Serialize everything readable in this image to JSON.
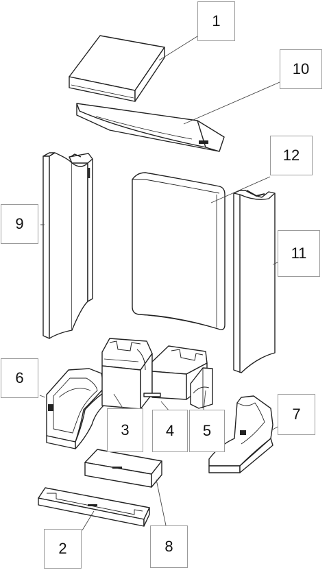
{
  "diagram": {
    "parts": [
      {
        "id": "1",
        "name": "top-slab"
      },
      {
        "id": "2",
        "name": "front-floor-bar"
      },
      {
        "id": "3",
        "name": "left-center-base-block"
      },
      {
        "id": "4",
        "name": "right-center-base-block"
      },
      {
        "id": "5",
        "name": "back-base-shelf"
      },
      {
        "id": "6",
        "name": "left-base-tub"
      },
      {
        "id": "7",
        "name": "right-base-tub"
      },
      {
        "id": "8",
        "name": "front-floor-block"
      },
      {
        "id": "9",
        "name": "left-side-panel"
      },
      {
        "id": "10",
        "name": "baffle-plate"
      },
      {
        "id": "11",
        "name": "right-side-panel"
      },
      {
        "id": "12",
        "name": "back-panel"
      }
    ],
    "line_color": "#222222",
    "callout_border_color": "#9a9a9a"
  }
}
